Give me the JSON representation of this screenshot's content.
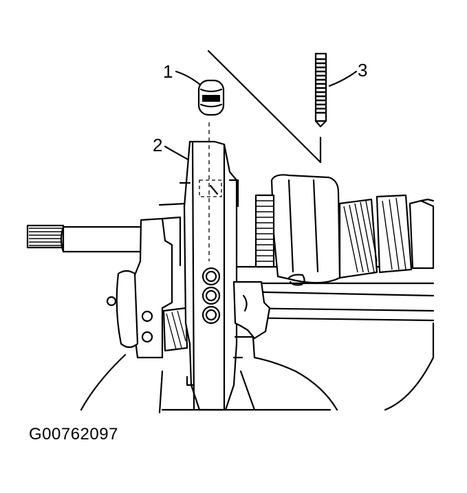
{
  "figure": {
    "id_label": "G00762097",
    "callouts": [
      {
        "number": "1",
        "name": "plug"
      },
      {
        "number": "2",
        "name": "shift-plate"
      },
      {
        "number": "3",
        "name": "pin-punch"
      }
    ]
  }
}
